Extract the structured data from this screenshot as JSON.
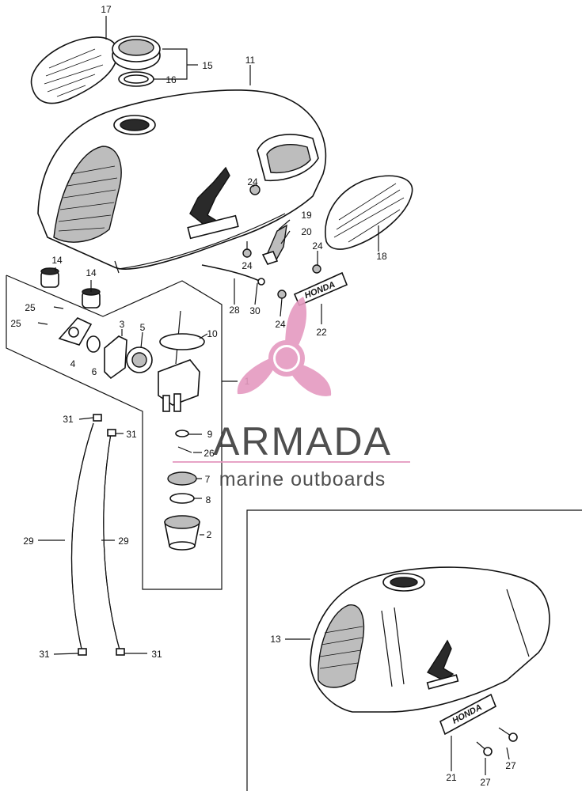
{
  "callouts": {
    "c17": "17",
    "c15": "15",
    "c16": "16",
    "c11": "11",
    "c24a": "24",
    "c19": "19",
    "c20": "20",
    "c24b": "24",
    "c24c": "24",
    "c18": "18",
    "c14a": "14",
    "c14b": "14",
    "c25a": "25",
    "c25b": "25",
    "c3": "3",
    "c5": "5",
    "c10": "10",
    "c4": "4",
    "c6": "6",
    "c1": "1",
    "c28": "28",
    "c30": "30",
    "c24d": "24",
    "c22": "22",
    "c31a": "31",
    "c31b": "31",
    "c9": "9",
    "c26": "26",
    "c7": "7",
    "c8": "8",
    "c2": "2",
    "c29a": "29",
    "c29b": "29",
    "c31c": "31",
    "c31d": "31",
    "c13": "13",
    "c21": "21",
    "c27a": "27",
    "c27b": "27"
  },
  "emblem_text": "HONDA",
  "watermark": {
    "brand": "ARMADA",
    "tagline": "marine outboards",
    "logo_color": "#e59ac0",
    "text_color": "#3d3d3d"
  }
}
